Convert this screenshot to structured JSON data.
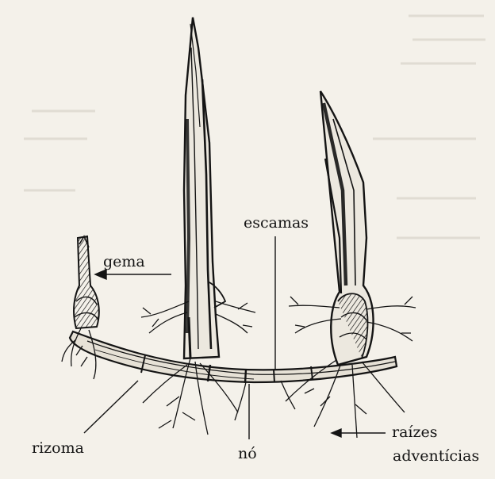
{
  "labels": {
    "gema": "gema",
    "escamas": "escamas",
    "rizoma": "rizoma",
    "no": "nó",
    "raizes_line1": "raízes",
    "raizes_line2": "adventícias"
  },
  "colors": {
    "ink": "#141414",
    "paper": "#f4f1ea",
    "bleed": "#cfcac0"
  }
}
